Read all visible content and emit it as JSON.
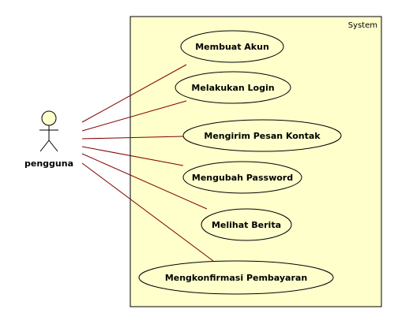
{
  "diagram": {
    "type": "use-case",
    "system": {
      "label": "System"
    },
    "actor": {
      "name": "pengguna"
    },
    "use_cases": [
      {
        "id": "uc1",
        "label": "Membuat Akun"
      },
      {
        "id": "uc2",
        "label": "Melakukan Login"
      },
      {
        "id": "uc3",
        "label": "Mengirim Pesan Kontak"
      },
      {
        "id": "uc4",
        "label": "Mengubah Password"
      },
      {
        "id": "uc5",
        "label": "Melihat Berita"
      },
      {
        "id": "uc6",
        "label": "Mengkonfirmasi Pembayaran"
      }
    ],
    "associations": [
      {
        "from": "actor",
        "to": "uc1"
      },
      {
        "from": "actor",
        "to": "uc2"
      },
      {
        "from": "actor",
        "to": "uc3"
      },
      {
        "from": "actor",
        "to": "uc4"
      },
      {
        "from": "actor",
        "to": "uc5"
      },
      {
        "from": "actor",
        "to": "uc6"
      }
    ],
    "colors": {
      "system_fill": "#ffffcc",
      "usecase_fill": "#ffffcc",
      "actor_fill": "#ffffcc",
      "stroke": "#000000",
      "line": "#800000"
    }
  }
}
